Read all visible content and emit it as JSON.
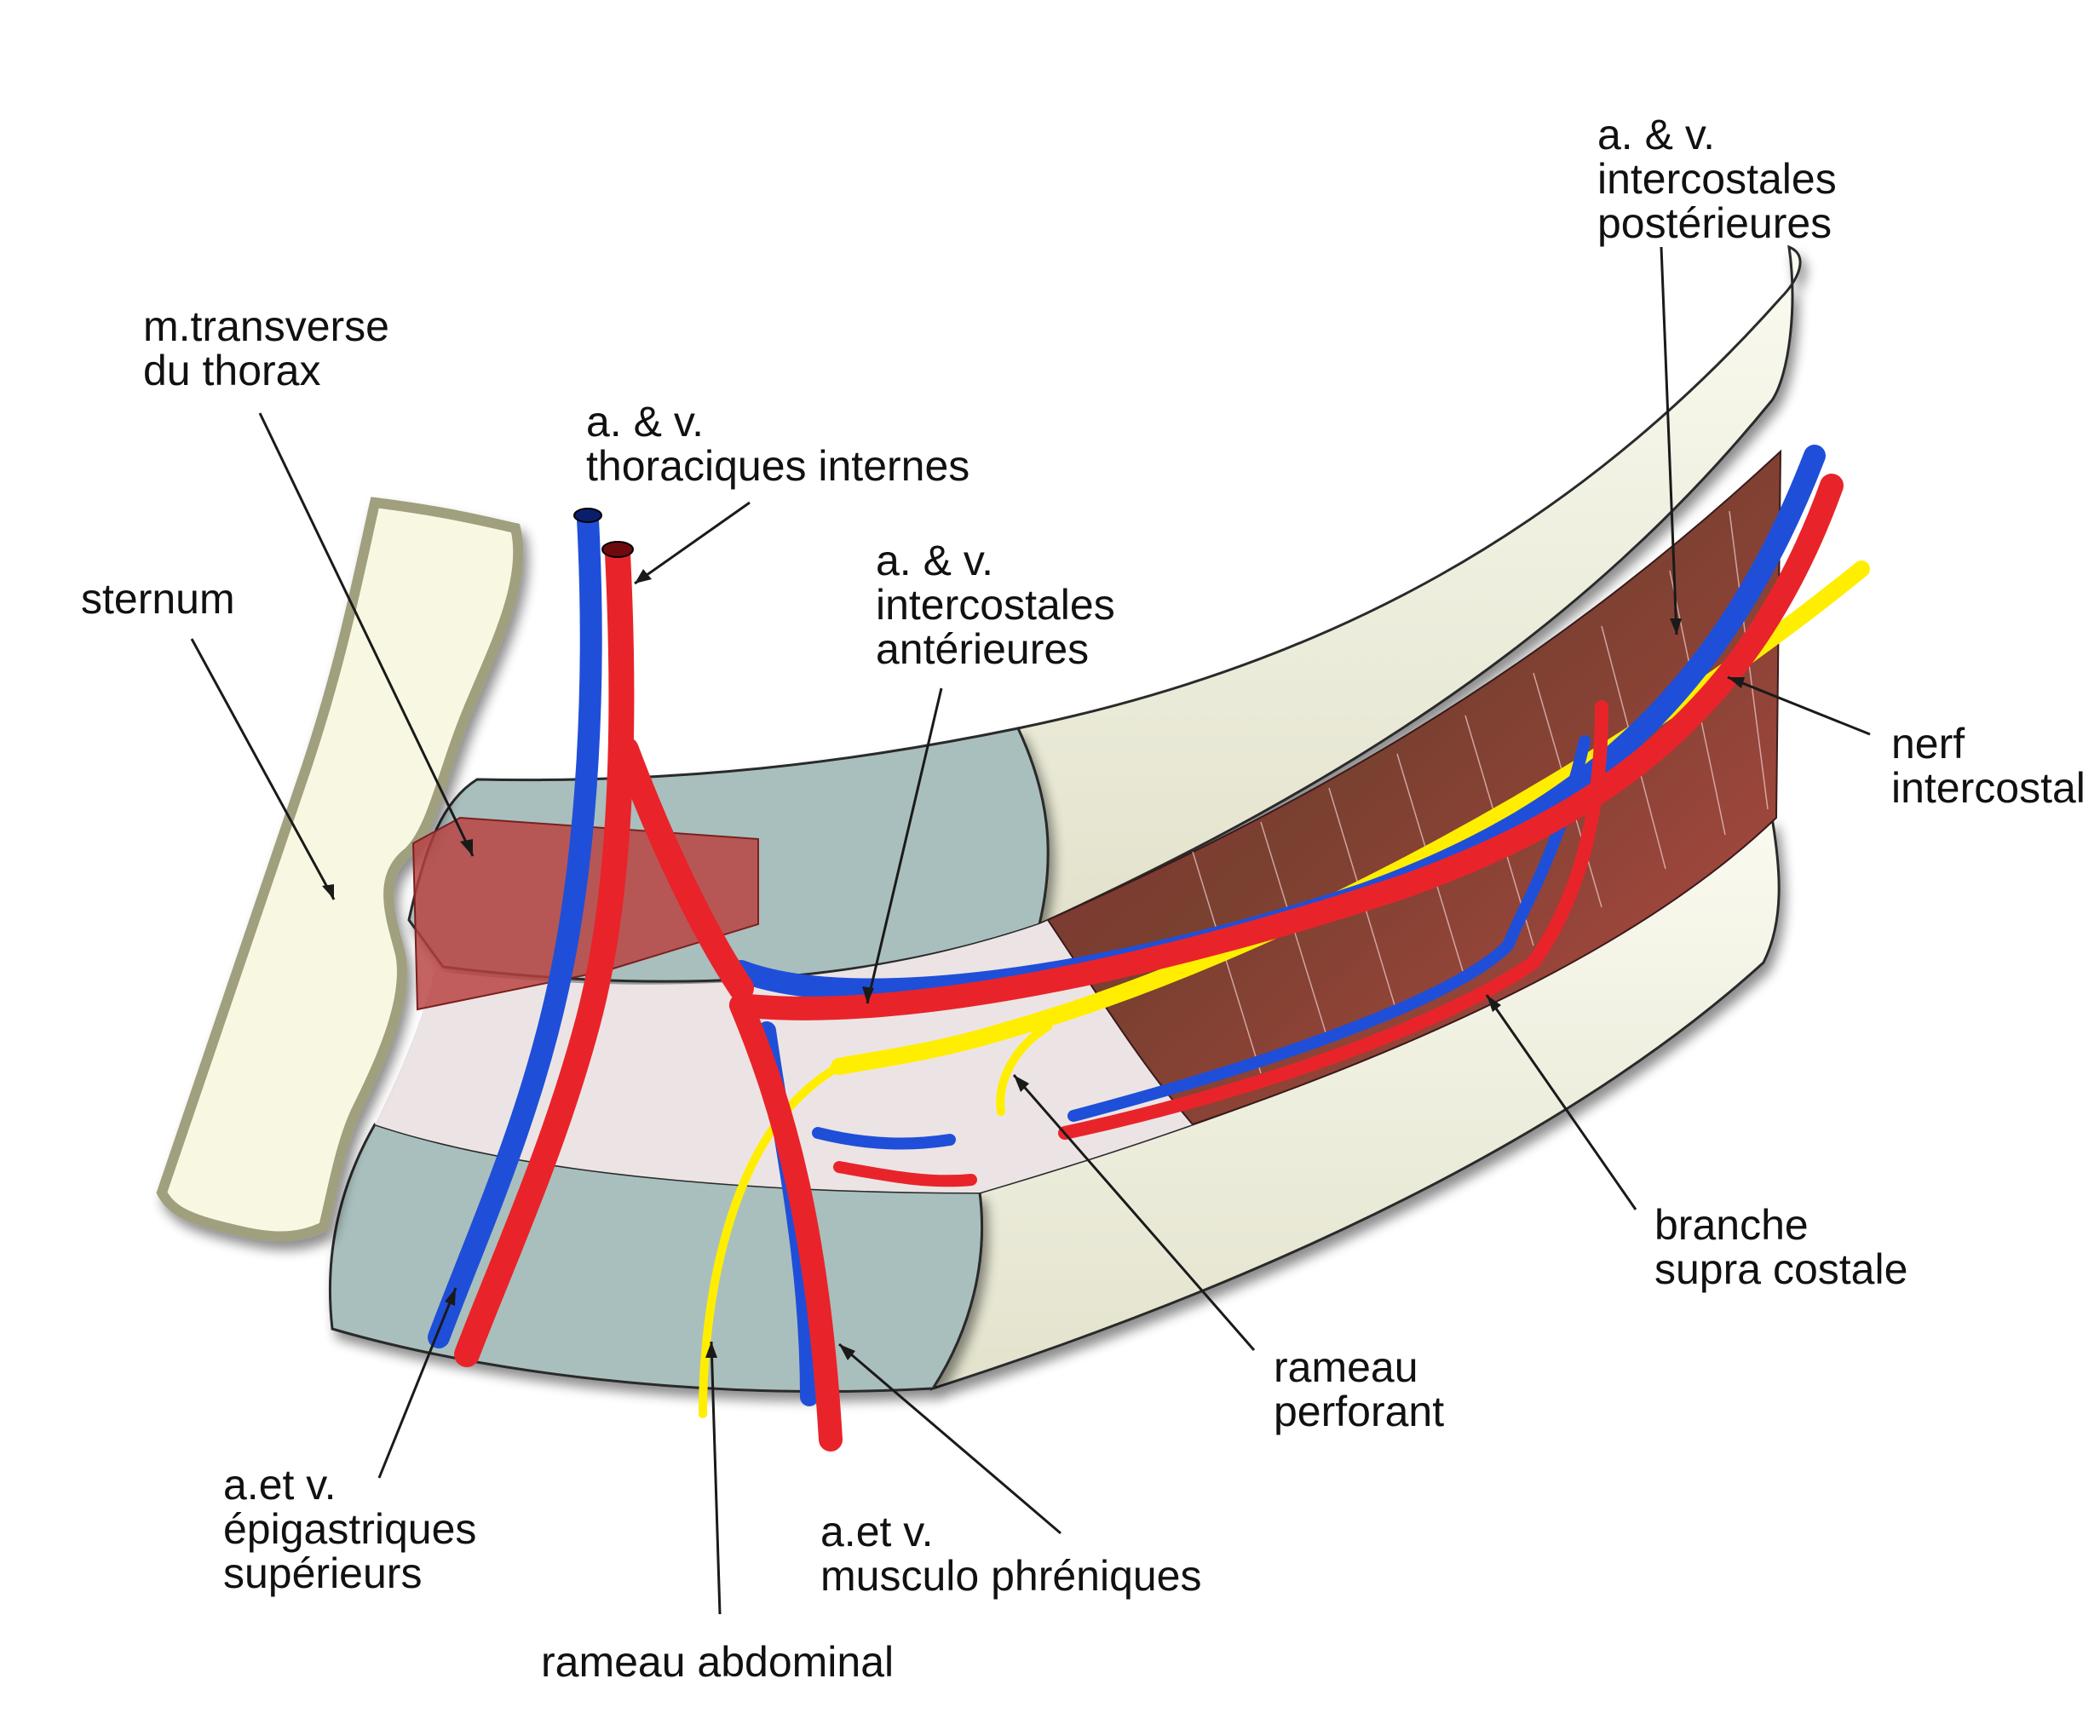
{
  "labels": {
    "sternum": [
      "sternum"
    ],
    "transverse_thorax": [
      "m.transverse",
      "du thorax"
    ],
    "internal_thoracic": [
      "a. & v.",
      "thoraciques internes"
    ],
    "anterior_intercostal": [
      "a. & v.",
      "intercostales",
      "antérieures"
    ],
    "posterior_intercostal": [
      "a. & v.",
      "intercostales",
      "postérieures"
    ],
    "intercostal_nerve": [
      "nerf",
      "intercostal"
    ],
    "supracostal_branch": [
      "branche",
      "supra costale"
    ],
    "perforating_branch": [
      "rameau",
      "perforant"
    ],
    "musculophrenic": [
      "a.et v.",
      "musculo phréniques"
    ],
    "superior_epigastric": [
      "a.et v.",
      "épigastriques",
      "supérieurs"
    ],
    "abdominal_branch": [
      "rameau abdominal"
    ]
  },
  "colors": {
    "artery": "#e8242a",
    "vein": "#1f4fd8",
    "nerve": "#ffee00",
    "rib": "#f6f6e6",
    "cartilage": "#a9bfbd",
    "sternum_fill": "#f8f8e2",
    "sternum_outline": "#a09f7e",
    "muscle": "#b8403f",
    "pleura": "#ece4e4"
  }
}
